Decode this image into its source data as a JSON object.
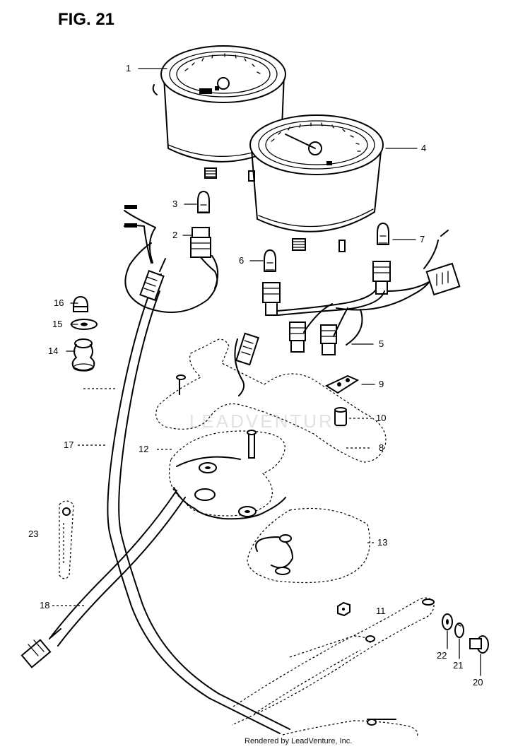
{
  "figure": {
    "title": "FIG. 21",
    "watermark": "LEADVENTURE"
  },
  "callouts": [
    {
      "id": "c1",
      "label": "1"
    },
    {
      "id": "c2",
      "label": "2"
    },
    {
      "id": "c3",
      "label": "3"
    },
    {
      "id": "c4",
      "label": "4"
    },
    {
      "id": "c5",
      "label": "5"
    },
    {
      "id": "c6",
      "label": "6"
    },
    {
      "id": "c7",
      "label": "7"
    },
    {
      "id": "c8",
      "label": "8"
    },
    {
      "id": "c9",
      "label": "9"
    },
    {
      "id": "c10",
      "label": "10"
    },
    {
      "id": "c11",
      "label": "11"
    },
    {
      "id": "c12",
      "label": "12"
    },
    {
      "id": "c13",
      "label": "13"
    },
    {
      "id": "c14",
      "label": "14"
    },
    {
      "id": "c15",
      "label": "15"
    },
    {
      "id": "c16",
      "label": "16"
    },
    {
      "id": "c17",
      "label": "17"
    },
    {
      "id": "c18",
      "label": "18"
    },
    {
      "id": "c20",
      "label": "20"
    },
    {
      "id": "c21",
      "label": "21"
    },
    {
      "id": "c22",
      "label": "22"
    },
    {
      "id": "c23",
      "label": "23"
    }
  ],
  "footer": {
    "credit": "Rendered by LeadVenture, Inc."
  },
  "colors": {
    "ink": "#000000",
    "paper": "#ffffff",
    "watermark": "#d8d8d8"
  }
}
